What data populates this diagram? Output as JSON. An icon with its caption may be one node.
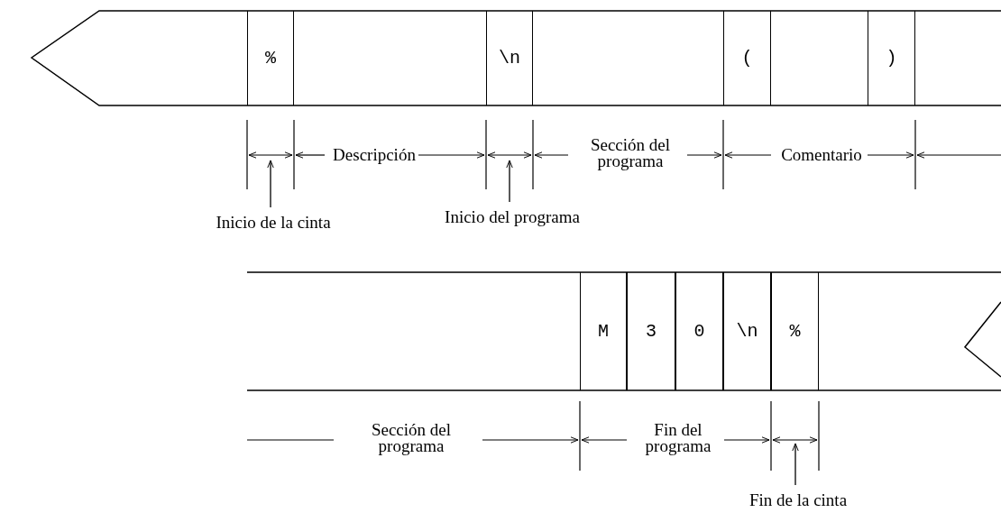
{
  "diagram": {
    "nodes": [
      {
        "text": [],
        "shape": "bar"
      },
      {
        "text": [
          "%"
        ],
        "in": 0
      },
      {
        "text": [
          "\\n"
        ],
        "in": 0
      },
      {
        "text": [
          "("
        ],
        "in": 0
      },
      {
        "text": [
          ")"
        ],
        "in": 0
      },
      {
        "text": [
          "Inicio de la cinta"
        ]
      },
      {
        "text": [
          "Inicio del programa"
        ]
      },
      {
        "text": [],
        "shape": "bar"
      },
      {
        "text": [
          "M"
        ],
        "in": 7
      },
      {
        "text": [
          "3"
        ],
        "in": 7
      },
      {
        "text": [
          "0"
        ],
        "in": 7
      },
      {
        "text": [
          "\\n"
        ],
        "in": 7
      },
      {
        "text": [
          "%"
        ],
        "in": 7
      },
      {
        "text": [
          "Fin de la cinta"
        ]
      }
    ],
    "edges": [
      {
        "from": 5,
        "to": null,
        "arrow": "to"
      },
      {
        "from": 6,
        "to": null,
        "arrow": "to"
      },
      {
        "from": 13,
        "to": null,
        "arrow": "to"
      }
    ],
    "labels": [
      "Descripción",
      "Sección del programa",
      "Comentario",
      "Sección del programa",
      "Fin del programa"
    ]
  }
}
